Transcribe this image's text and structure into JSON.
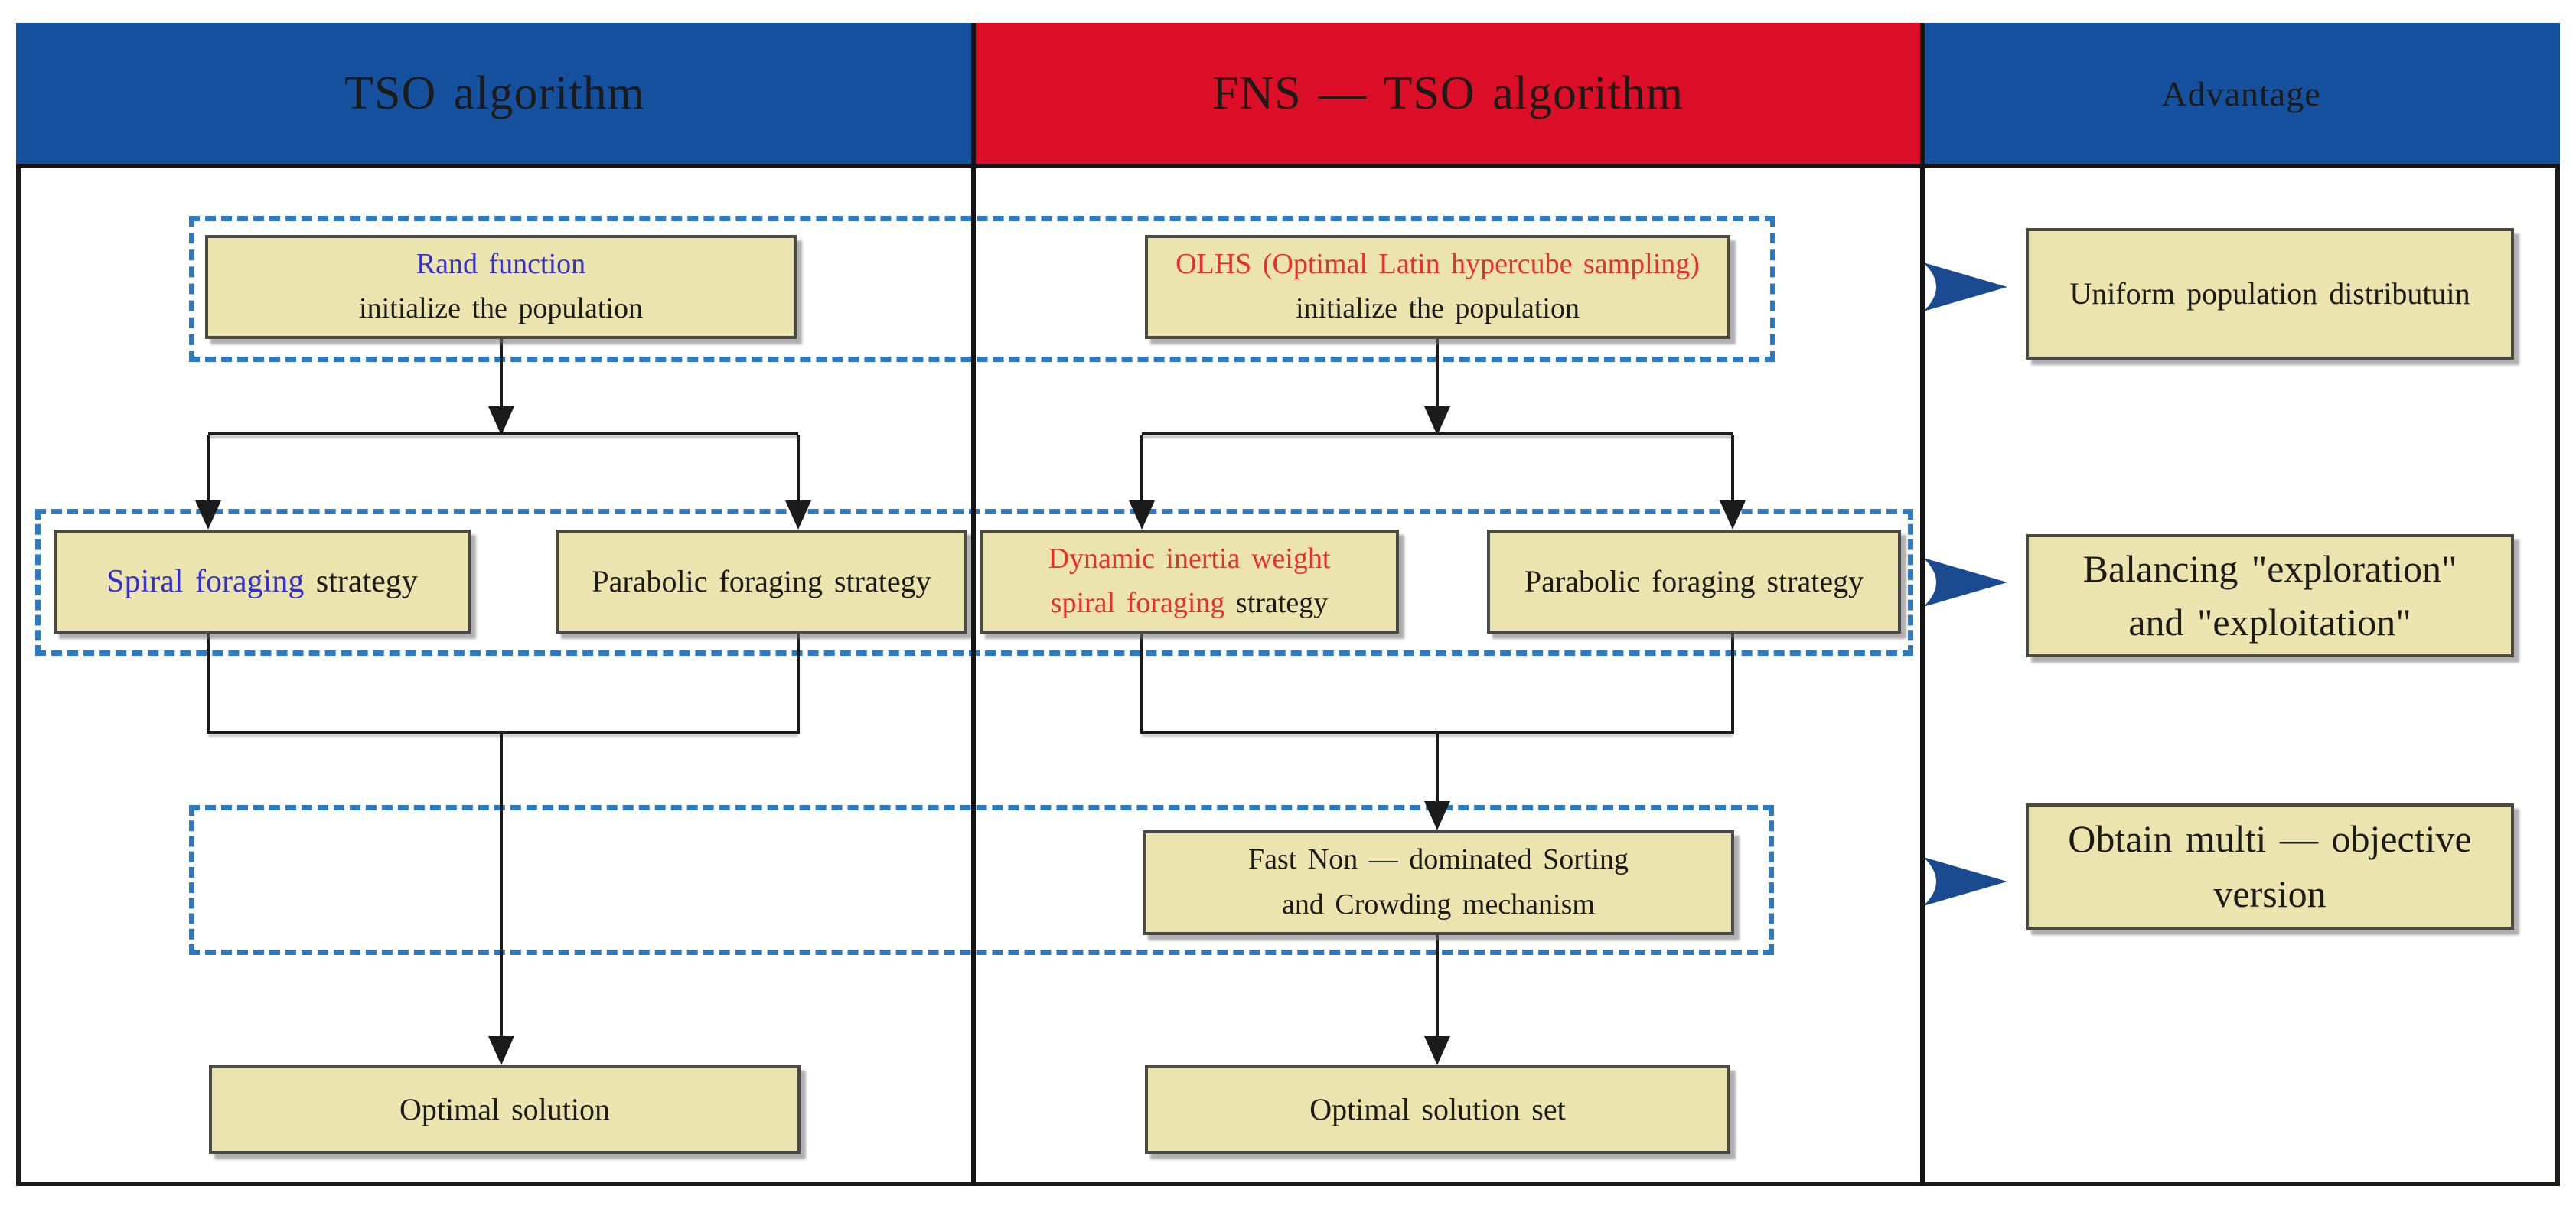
{
  "colors": {
    "header_blue": "#15519f",
    "header_red": "#dc0e28",
    "box_fill": "#ece4ae",
    "box_border": "#4a4a44",
    "dashed_blue": "#2d7ac0",
    "text_blue": "#3430cf",
    "text_red": "#e8312c",
    "text_black": "#1d1b18",
    "line_black": "#1b1b1b",
    "chevron_blue": "#1a4a90"
  },
  "headers": {
    "tso": "TSO algorithm",
    "fns": "FNS — TSO algorithm",
    "advantage": "Advantage"
  },
  "tso": {
    "init_line1": "Rand function",
    "init_line2": "initialize the population",
    "spiral_highlight": "Spiral foraging",
    "spiral_rest": "strategy",
    "parabolic": "Parabolic foraging strategy",
    "result": "Optimal solution"
  },
  "fns": {
    "init_line1": "OLHS (Optimal Latin hypercube sampling)",
    "init_line2": "initialize the population",
    "spiral_line1": "Dynamic inertia weight",
    "spiral_line2_highlight": "spiral foraging",
    "spiral_line2_rest": "strategy",
    "parabolic": "Parabolic foraging strategy",
    "sorting_line1": "Fast Non — dominated Sorting",
    "sorting_line2": "and Crowding mechanism",
    "result": "Optimal solution set"
  },
  "advantages": {
    "a1_line1": "Uniform population distributuin",
    "a2_line1": "Balancing \"exploration\"",
    "a2_line2": "and \"exploitation\"",
    "a3_line1": "Obtain multi — objective",
    "a3_line2": "version"
  }
}
